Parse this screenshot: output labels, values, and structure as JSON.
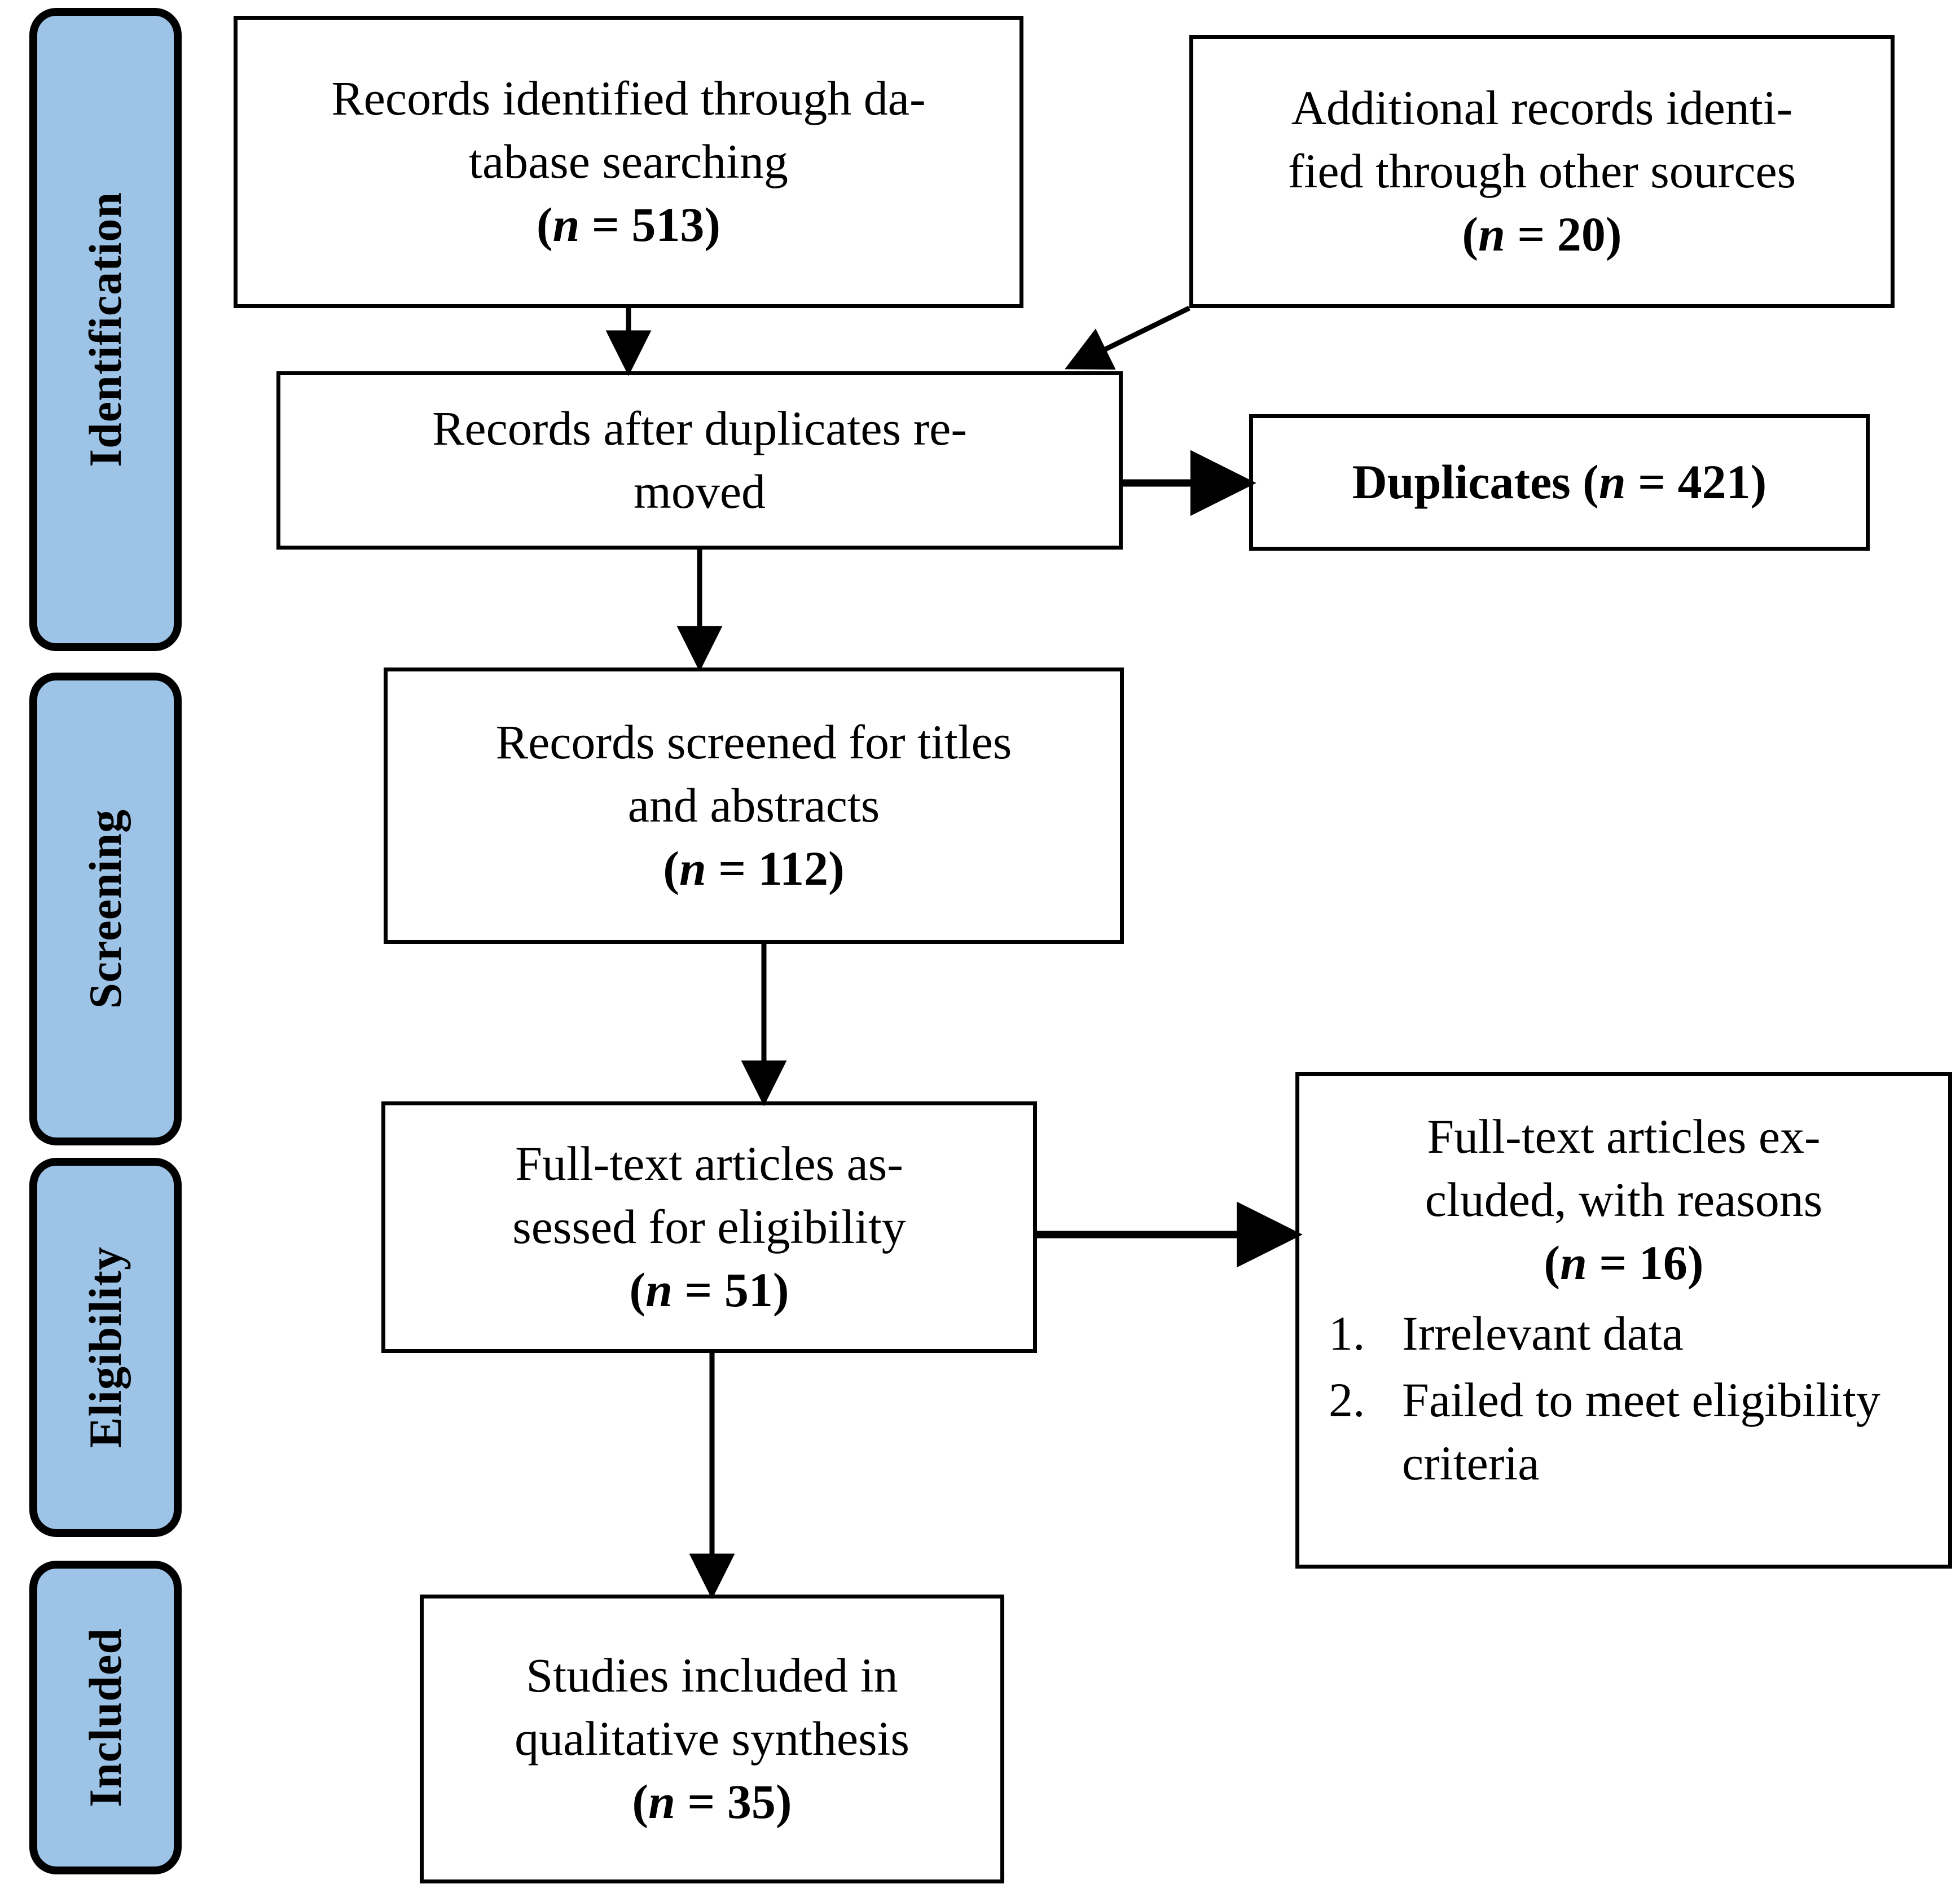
{
  "diagram": {
    "type": "prisma-flow-diagram",
    "colors": {
      "stage_tab_fill": "#9DC3E6",
      "stage_tab_border": "#000000",
      "box_border": "#000000",
      "box_fill": "#FFFFFF",
      "text": "#000000",
      "connector": "#000000"
    }
  },
  "stages": [
    {
      "id": "identification",
      "label": "Identification"
    },
    {
      "id": "screening",
      "label": "Screening"
    },
    {
      "id": "eligibility",
      "label": "Eligibility"
    },
    {
      "id": "included",
      "label": "Included"
    }
  ],
  "boxes": {
    "records_database": {
      "line1": "Records identified through da-",
      "line2": "tabase searching",
      "n_label": "n",
      "n_eq": " = ",
      "n_value": "513",
      "n_text": "(n = 513)"
    },
    "records_other": {
      "line1": "Additional records identi-",
      "line2": "fied through other sources",
      "n_label": "n",
      "n_eq": " = ",
      "n_value": "20",
      "n_text": "(n = 20)"
    },
    "records_after_duplicates": {
      "line1": "Records after duplicates re-",
      "line2": "moved"
    },
    "duplicates": {
      "prefix": "Duplicates (",
      "n_label": "n",
      "n_eq": " = ",
      "n_value": "421",
      "suffix": ")",
      "full_text": "Duplicates (n = 421)"
    },
    "records_screened": {
      "line1": "Records screened for titles",
      "line2": "and abstracts",
      "n_label": "n",
      "n_eq": " = ",
      "n_value": "112",
      "n_text": "(n = 112)"
    },
    "fulltext_assessed": {
      "line1": "Full-text articles as-",
      "line2": "sessed for eligibility",
      "n_label": "n",
      "n_eq": " = ",
      "n_value": "51",
      "n_text": "(n = 51)"
    },
    "fulltext_excluded": {
      "line1": "Full-text articles ex-",
      "line2": "cluded, with reasons",
      "n_label": "n",
      "n_eq": " = ",
      "n_value": "16",
      "n_text": "(n = 16)",
      "reasons": [
        "Irrelevant data",
        "Failed to meet eligibility criteria"
      ]
    },
    "studies_included": {
      "line1": "Studies included in",
      "line2": "qualitative synthesis",
      "n_label": "n",
      "n_eq": " = ",
      "n_value": "35",
      "n_text": "(n = 35)"
    }
  },
  "flow": {
    "edges": [
      {
        "from": "records_database",
        "to": "records_after_duplicates",
        "kind": "arrow-down"
      },
      {
        "from": "records_other",
        "to": "records_after_duplicates",
        "kind": "arrow-diagonal"
      },
      {
        "from": "records_after_duplicates",
        "to": "duplicates",
        "kind": "arrow-right"
      },
      {
        "from": "records_after_duplicates",
        "to": "records_screened",
        "kind": "arrow-down"
      },
      {
        "from": "records_screened",
        "to": "fulltext_assessed",
        "kind": "arrow-down"
      },
      {
        "from": "fulltext_assessed",
        "to": "fulltext_excluded",
        "kind": "arrow-right"
      },
      {
        "from": "fulltext_assessed",
        "to": "studies_included",
        "kind": "arrow-down"
      }
    ]
  }
}
